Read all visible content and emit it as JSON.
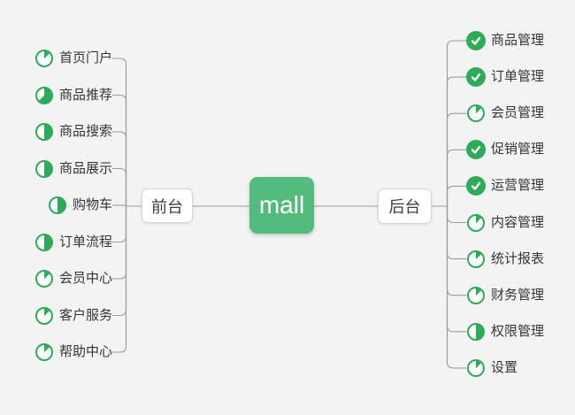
{
  "root": {
    "label": "mall"
  },
  "branches": {
    "frontend": {
      "label": "前台",
      "items": [
        {
          "label": "首页门户",
          "progress": 0.125
        },
        {
          "label": "商品推荐",
          "progress": 0.625
        },
        {
          "label": "商品搜索",
          "progress": 0.5
        },
        {
          "label": "商品展示",
          "progress": 0.5
        },
        {
          "label": "购物车",
          "progress": 0.5
        },
        {
          "label": "订单流程",
          "progress": 0.5
        },
        {
          "label": "会员中心",
          "progress": 0.125
        },
        {
          "label": "客户服务",
          "progress": 0.125
        },
        {
          "label": "帮助中心",
          "progress": 0.125
        }
      ]
    },
    "backend": {
      "label": "后台",
      "items": [
        {
          "label": "商品管理",
          "progress": "done"
        },
        {
          "label": "订单管理",
          "progress": "done"
        },
        {
          "label": "会员管理",
          "progress": 0.125
        },
        {
          "label": "促销管理",
          "progress": "done"
        },
        {
          "label": "运营管理",
          "progress": "done"
        },
        {
          "label": "内容管理",
          "progress": 0.125
        },
        {
          "label": "统计报表",
          "progress": 0.125
        },
        {
          "label": "财务管理",
          "progress": 0.125
        },
        {
          "label": "权限管理",
          "progress": 0.5
        },
        {
          "label": "设置",
          "progress": 0.125
        }
      ]
    }
  },
  "colors": {
    "background": "#f2f3f2",
    "root_green": "#53bc7d",
    "icon_green": "#2cab58",
    "line_gray": "#9a9a9a",
    "text": "#353535"
  }
}
